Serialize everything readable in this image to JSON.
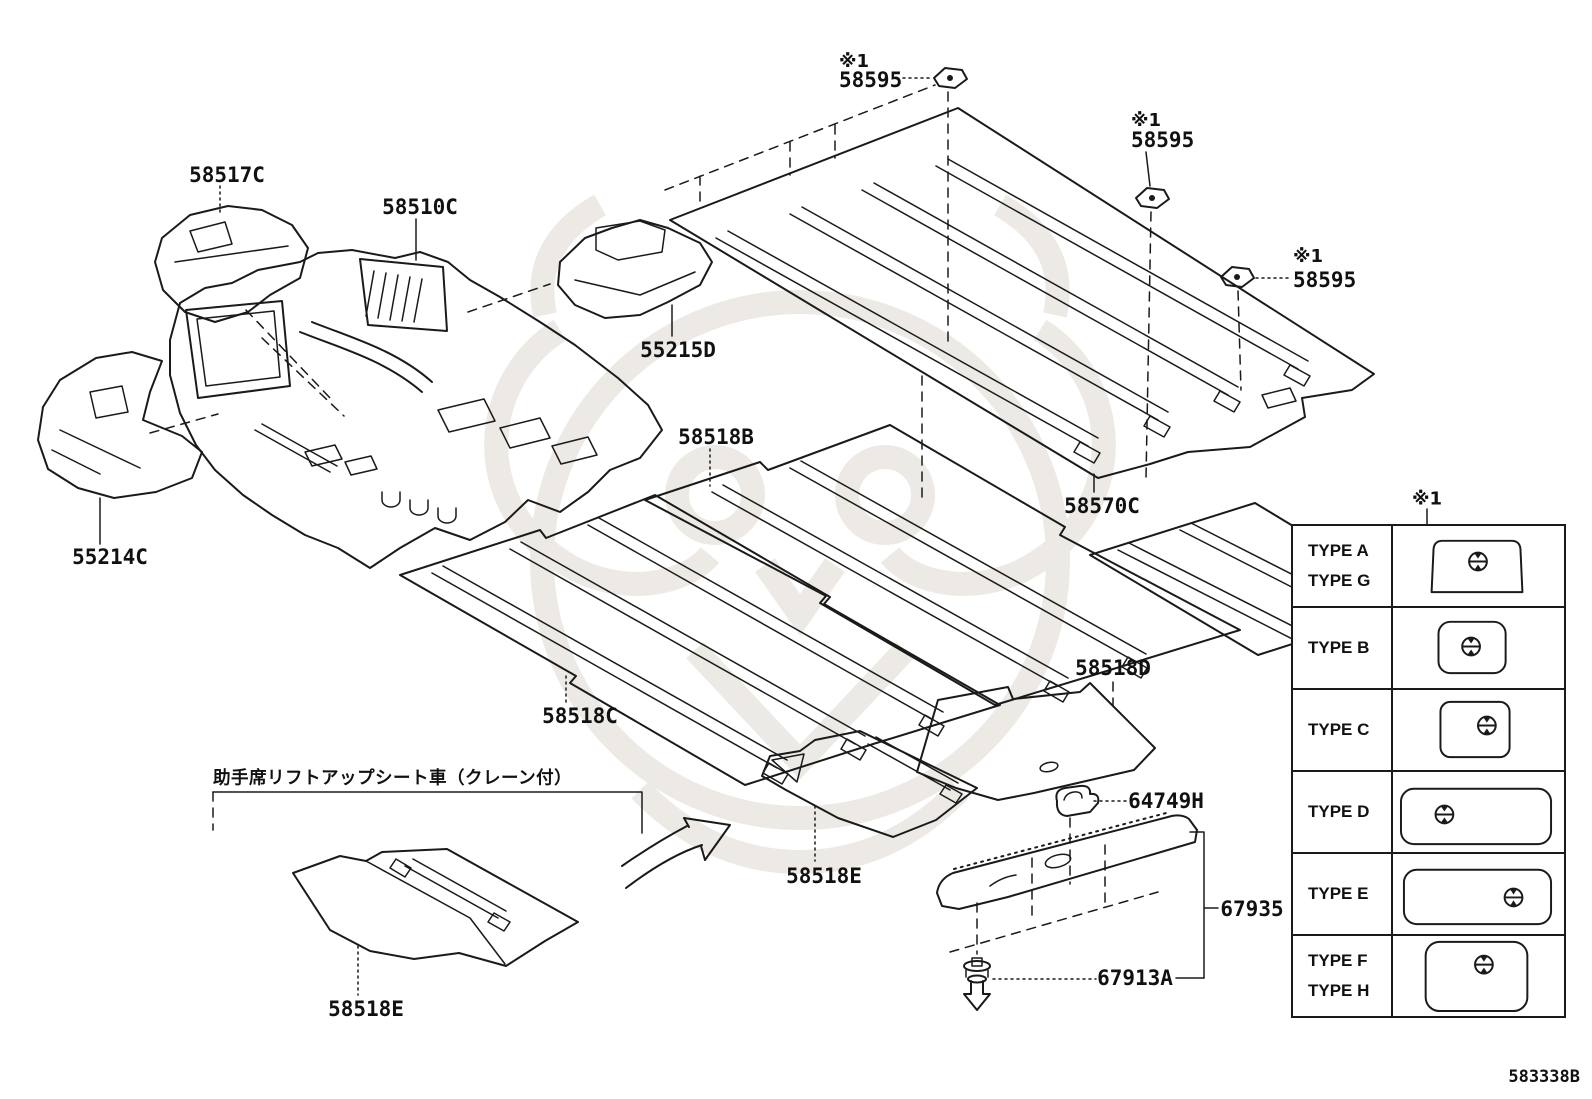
{
  "diagram": {
    "caption_jp": "助手席リフトアップシート車（クレーン付）",
    "drawing_code": "583338B"
  },
  "callouts": {
    "c58595_1": {
      "note": "※1",
      "text": "58595"
    },
    "c58595_2": {
      "note": "※1",
      "text": "58595"
    },
    "c58595_3": {
      "note": "※1",
      "text": "58595"
    },
    "c58517c": {
      "text": "58517C"
    },
    "c58510c": {
      "text": "58510C"
    },
    "c55215d": {
      "text": "55215D"
    },
    "c55214c": {
      "text": "55214C"
    },
    "c58518b": {
      "text": "58518B"
    },
    "c58570c": {
      "text": "58570C"
    },
    "c58518c": {
      "text": "58518C"
    },
    "c58518d": {
      "text": "58518D"
    },
    "c58518e_rear": {
      "text": "58518E"
    },
    "c58518e_front": {
      "text": "58518E"
    },
    "c64749h": {
      "text": "64749H"
    },
    "c67935": {
      "text": "67935"
    },
    "c67913a": {
      "text": "67913A"
    }
  },
  "legend": {
    "marker": "※1",
    "rows": [
      {
        "labels": [
          "TYPE A",
          "TYPE G"
        ],
        "clip_position": "top-center"
      },
      {
        "labels": [
          "TYPE B"
        ],
        "clip_position": "center"
      },
      {
        "labels": [
          "TYPE C"
        ],
        "clip_position": "top-right"
      },
      {
        "labels": [
          "TYPE D"
        ],
        "clip_position": "left"
      },
      {
        "labels": [
          "TYPE E"
        ],
        "clip_position": "right"
      },
      {
        "labels": [
          "TYPE F",
          "TYPE H"
        ],
        "clip_position": "top-center"
      }
    ]
  }
}
